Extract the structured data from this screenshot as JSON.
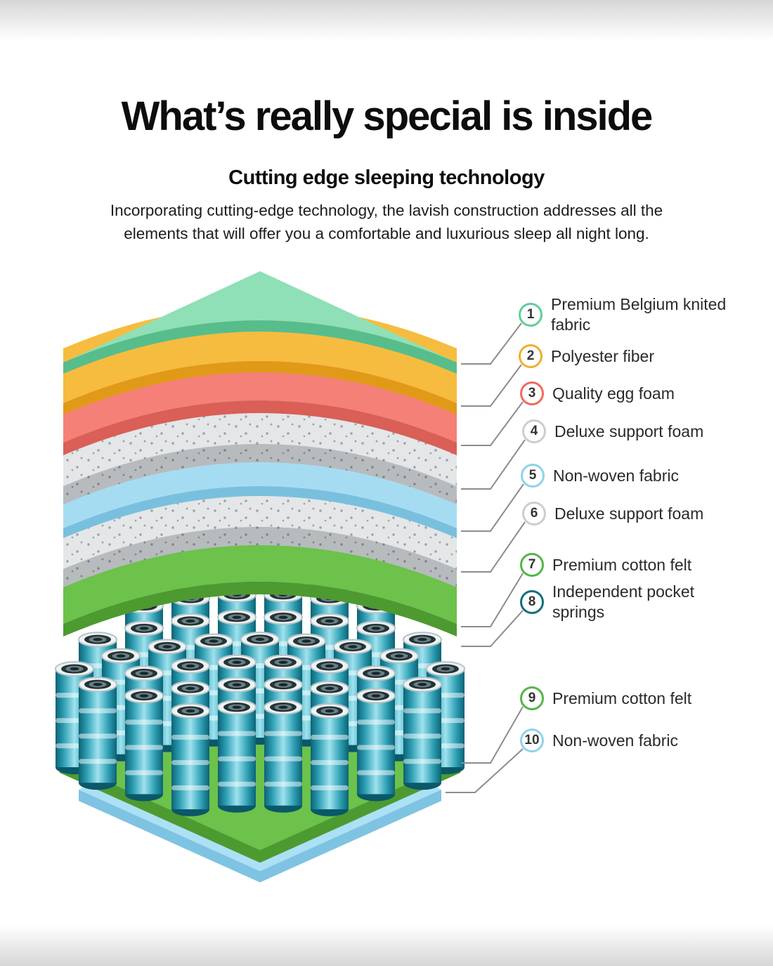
{
  "header": {
    "title": "What’s really special is inside",
    "subtitle": "Cutting edge sleeping technology",
    "description": "Incorporating cutting-edge technology, the lavish construction addresses all the elements that will offer you a comfortable and luxurious sleep all night long."
  },
  "layers": [
    {
      "num": "1",
      "label": "Premium Belgium knited fabric",
      "color": "#5fcf96"
    },
    {
      "num": "2",
      "label": "Polyester fiber",
      "color": "#f0ad2d"
    },
    {
      "num": "3",
      "label": "Quality egg foam",
      "color": "#f1695f"
    },
    {
      "num": "4",
      "label": "Deluxe support foam",
      "color": "#c9ced2"
    },
    {
      "num": "5",
      "label": "Non-woven fabric",
      "color": "#8ed2ee"
    },
    {
      "num": "6",
      "label": "Deluxe support foam",
      "color": "#c9ced2"
    },
    {
      "num": "7",
      "label": "Premium cotton felt",
      "color": "#53b547"
    },
    {
      "num": "8",
      "label": "Independent pocket springs",
      "color": "#116e7e"
    },
    {
      "num": "9",
      "label": "Premium cotton felt",
      "color": "#53b547"
    },
    {
      "num": "10",
      "label": "Non-woven fabric",
      "color": "#8ed2ee"
    }
  ],
  "diagram": {
    "colors": {
      "mint_face": "#8fe0b6",
      "mint_edge": "#57bd8c",
      "yellow_face": "#f6bc3f",
      "yellow_edge": "#e09a18",
      "red_face": "#f58078",
      "red_edge": "#d95f57",
      "foam_face": "#e4e6e7",
      "foam_edge": "#b7bbbe",
      "foam_dot": "#9aa0a5",
      "foam_edge_dot": "#7d8387",
      "blue_face": "#a6dcf2",
      "blue_edge": "#79c0de",
      "green_face": "#6cc24a",
      "green_edge": "#4d9a31",
      "bottom_blue_face": "#ace0f5",
      "bottom_blue_edge": "#7fc3e2",
      "spring_dark": "#0b6375",
      "spring_mid": "#2fa0b5",
      "spring_light": "#9fe2ee",
      "connector": "#8c8c8c"
    }
  }
}
